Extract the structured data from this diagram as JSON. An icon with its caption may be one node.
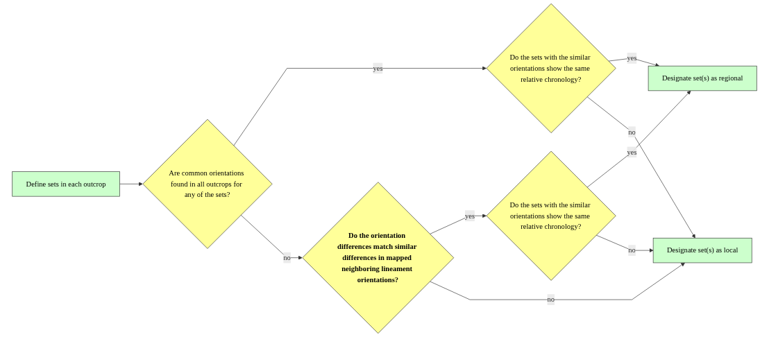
{
  "diagram": {
    "nodes": [
      {
        "text": [
          "Define sets in each outcrop"
        ]
      },
      {
        "text": [
          "Are common orientations found in all outcrops for any of the sets?"
        ]
      },
      {
        "text": [
          "Do the sets with the similar orientations show the same relative chronology?"
        ]
      },
      {
        "text": [
          "Do the orientation differences match similar differences in mapped neighboring lineament orientations?"
        ]
      },
      {
        "text": [
          "Designate set(s) as regional"
        ]
      },
      {
        "text": [
          "Do the sets with the similar orientations show the same relative chronology?"
        ]
      },
      {
        "text": [
          "Designate set(s) as local"
        ]
      }
    ],
    "edges": [
      {
        "from": 0,
        "to": 1,
        "arrow": "to"
      },
      {
        "from": 1,
        "to": 2,
        "arrow": "to",
        "label": "yes"
      },
      {
        "from": 1,
        "to": 3,
        "arrow": "to",
        "label": "no"
      },
      {
        "from": 2,
        "to": 4,
        "arrow": "to",
        "label": "yes"
      },
      {
        "from": 2,
        "to": 6,
        "arrow": "to",
        "label": "no"
      },
      {
        "from": 3,
        "to": 5,
        "arrow": "to",
        "label": "yes"
      },
      {
        "from": 3,
        "to": 6,
        "arrow": "to",
        "label": "no"
      },
      {
        "from": 5,
        "to": 4,
        "arrow": "to",
        "label": "yes"
      },
      {
        "from": 5,
        "to": 6,
        "arrow": "to",
        "label": "no"
      }
    ]
  }
}
